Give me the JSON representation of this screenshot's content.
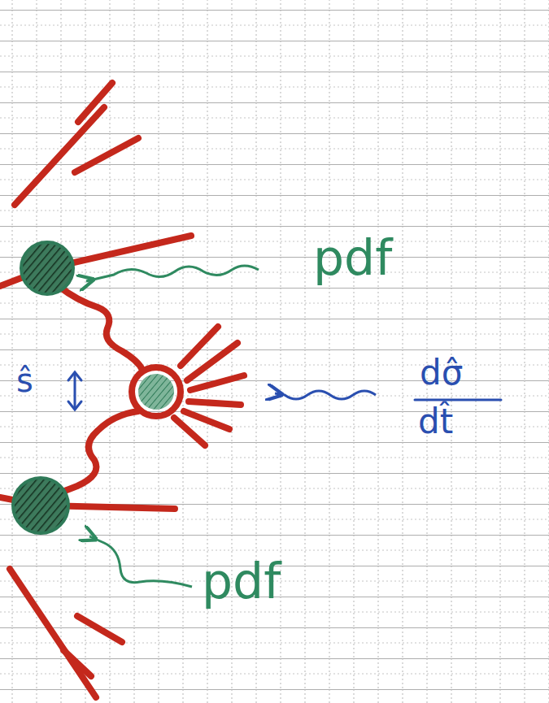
{
  "diagram": {
    "labels": [
      "pdf",
      "ŝ",
      "dσ̂",
      "dt̂",
      "pdf"
    ]
  }
}
